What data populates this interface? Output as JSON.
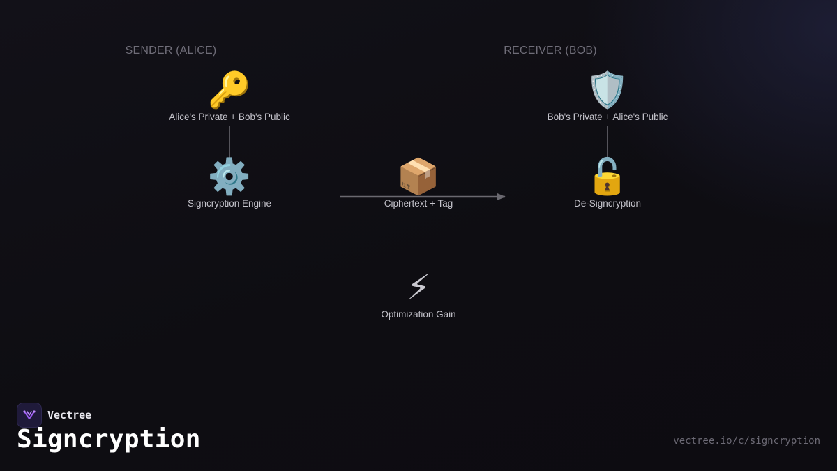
{
  "headers": {
    "sender": "SENDER (ALICE)",
    "receiver": "RECEIVER (BOB)"
  },
  "nodes": {
    "alice_keys": {
      "icon": "key-icon",
      "glyph": "🔑",
      "label": "Alice's Private + Bob's Public"
    },
    "engine": {
      "icon": "gear-icon",
      "glyph": "⚙️",
      "label": "Signcryption Engine"
    },
    "ciphertext": {
      "icon": "package-icon",
      "glyph": "📦",
      "label": "Ciphertext + Tag"
    },
    "optimization": {
      "icon": "lightning-icon",
      "glyph": "⚡",
      "label": "Optimization Gain"
    },
    "bob_keys": {
      "icon": "shield-icon",
      "glyph": "🛡️",
      "label": "Bob's Private + Alice's Public"
    },
    "design": {
      "icon": "unlock-icon",
      "glyph": "🔓",
      "label": "De-Signcryption"
    }
  },
  "footer": {
    "brand": "Vectree",
    "title": "Signcryption",
    "url": "vectree.io/c/signcryption"
  },
  "colors": {
    "background": "#0e0d12",
    "connector": "#6a6970",
    "brand_accent": "#9b5cf0"
  }
}
